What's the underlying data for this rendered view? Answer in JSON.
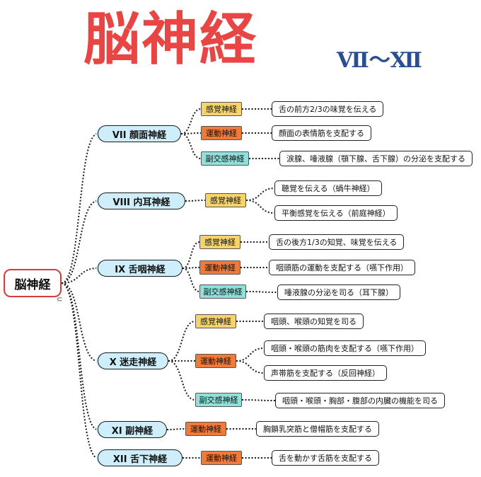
{
  "title": {
    "main": "脳神経",
    "sub": "Ⅶ〜Ⅻ"
  },
  "root": {
    "label": "脳神経",
    "mark": "⊂"
  },
  "nerves": [
    {
      "label": "VII  顔面神経"
    },
    {
      "label": "VIII  内耳神経"
    },
    {
      "label": "IX  舌咽神経"
    },
    {
      "label": "X  迷走神経"
    },
    {
      "label": "XI  副神経"
    },
    {
      "label": "XII  舌下神経"
    }
  ],
  "types": [
    {
      "label": "感覚神経",
      "kind": "sensory"
    },
    {
      "label": "運動神経",
      "kind": "motor"
    },
    {
      "label": "副交感神経",
      "kind": "parasympathetic"
    },
    {
      "label": "感覚神経",
      "kind": "sensory"
    },
    {
      "label": "感覚神経",
      "kind": "sensory"
    },
    {
      "label": "運動神経",
      "kind": "motor"
    },
    {
      "label": "副交感神経",
      "kind": "parasympathetic"
    },
    {
      "label": "感覚神経",
      "kind": "sensory"
    },
    {
      "label": "運動神経",
      "kind": "motor"
    },
    {
      "label": "副交感神経",
      "kind": "parasympathetic"
    },
    {
      "label": "運動神経",
      "kind": "motor"
    },
    {
      "label": "運動神経",
      "kind": "motor"
    }
  ],
  "descriptions": [
    {
      "text": "舌の前方2/3の味覚を伝える"
    },
    {
      "text": "顔面の表情筋を支配する"
    },
    {
      "text": "涙腺、唾液腺（顎下腺、舌下腺）の分泌を支配する"
    },
    {
      "text": "聴覚を伝える（蝸牛神経）"
    },
    {
      "text": "平衡感覚を伝える（前庭神経）"
    },
    {
      "text": "舌の後方1/3の知覚、味覚を伝える"
    },
    {
      "text": "咽頭筋の運動を支配する（嚥下作用）"
    },
    {
      "text": "唾液腺の分泌を司る（耳下腺）"
    },
    {
      "text": "咽頭、喉頭の知覚を司る"
    },
    {
      "text": "咽頭・喉頭の筋肉を支配する（嚥下作用）"
    },
    {
      "text": "声帯筋を支配する（反回神経）"
    },
    {
      "text": "咽頭・喉頭・胸部・腹部の内臓の機能を司る"
    },
    {
      "text": "胸鎖乳突筋と僧帽筋を支配する"
    },
    {
      "text": "舌を動かす舌筋を支配する"
    }
  ]
}
